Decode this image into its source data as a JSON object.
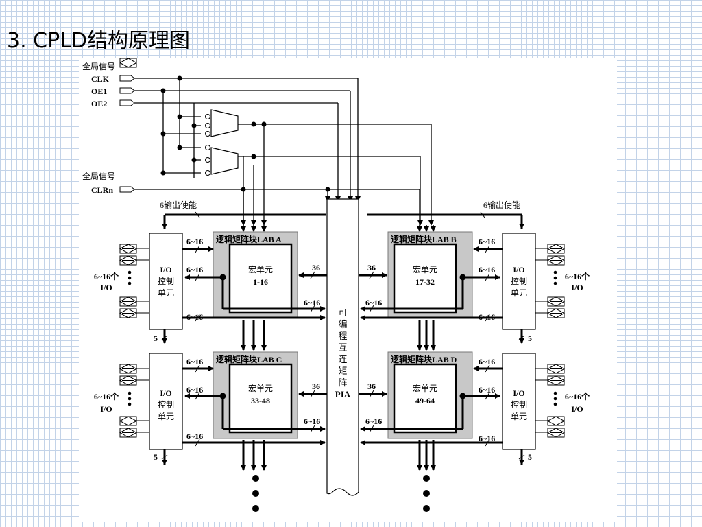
{
  "slide": {
    "title": "3. CPLD结构原理图"
  },
  "diagram": {
    "global_signal_label": "全局信号",
    "clk": "CLK",
    "oe1": "OE1",
    "oe2": "OE2",
    "clrn": "CLRn",
    "output_enable": "6输出使能",
    "range": "6~16",
    "bus36": "36",
    "bus5": "5",
    "io_ctrl": [
      "I/O",
      "控制",
      "单元"
    ],
    "io_count": [
      "6~16个",
      "I/O"
    ],
    "pia": [
      "可",
      "编",
      "程",
      "互",
      "连",
      "矩",
      "阵",
      "PIA"
    ],
    "labs": [
      {
        "title": "逻辑矩阵块LAB A",
        "cells_label": "宏单元",
        "cells_range": "1-16"
      },
      {
        "title": "逻辑矩阵块LAB B",
        "cells_label": "宏单元",
        "cells_range": "17-32"
      },
      {
        "title": "逻辑矩阵块LAB C",
        "cells_label": "宏单元",
        "cells_range": "33-48"
      },
      {
        "title": "逻辑矩阵块LAB D",
        "cells_label": "宏单元",
        "cells_range": "49-64"
      }
    ]
  }
}
